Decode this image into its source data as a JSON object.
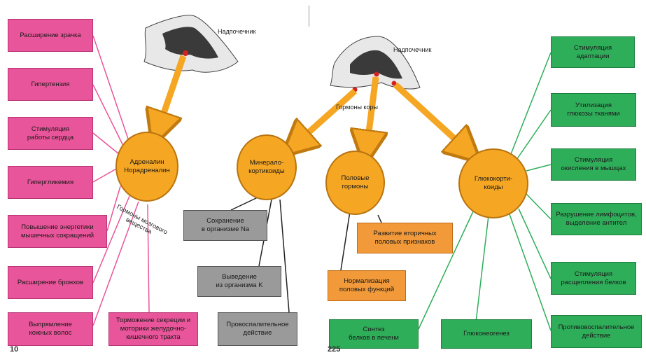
{
  "left": {
    "gland_label": "Надпочечник",
    "center": "Адреналин\nНорадреналин",
    "curved_label": "Гормоны мозгового\nвещества",
    "effects": [
      "Расширение зрачка",
      "Гипертензия",
      "Стимуляция\nработы сердца",
      "Гипергликемия",
      "Повышение энергетики\nмышечных сокращений",
      "Расширение бронхов",
      "Выпрямление\nкожных волос",
      "Торможение секреции и\nмоторики желудочно-\nкишечного тракта"
    ],
    "mineralo": "Минерало-\nкортикоиды",
    "mineralo_effects": [
      "Сохранение\nв организме Na",
      "Выведение\nиз организма K",
      "Провоспалительное\nдействие"
    ],
    "page_number": "10"
  },
  "right": {
    "gland_label": "Надпочечник",
    "cortex_label": "Гормоны коры",
    "sex_hormones": "Половые\nгормоны",
    "sex_effects": [
      "Развитие вторичных\nполовых признаков",
      "Нормализация\nполовых функций"
    ],
    "gluco": "Глюкокорти-\nкоиды",
    "gluco_effects": [
      "Стимуляция\nадаптации",
      "Утилизация\nглюкозы тканями",
      "Стимуляция\nокисления в мышцах",
      "Разрушение лимфоцитов,\nвыделение антител",
      "Стимуляция\nрасщепления белков",
      "Противовоспалительное\nдействие",
      "Глюконеогенез",
      "Синтез\nбелков в печени"
    ],
    "page_number": "225"
  },
  "colors": {
    "pink": "#e9559a",
    "green": "#2fae5a",
    "orange": "#f5a623",
    "gray": "#9a9a9a",
    "arrow": "#f5a623"
  }
}
